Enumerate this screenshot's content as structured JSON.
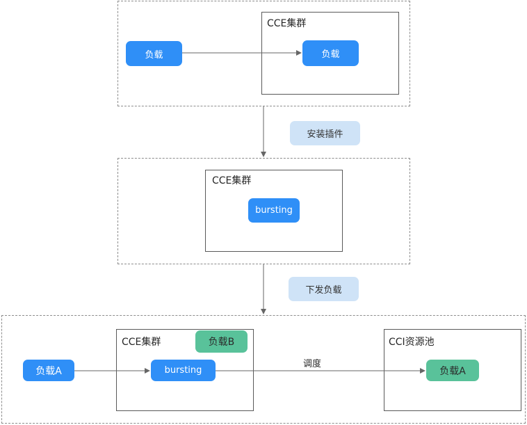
{
  "stage1": {
    "cluster_title": "CCE集群",
    "external_workload": "负载",
    "cluster_workload": "负载"
  },
  "step1_label": "安装插件",
  "stage2": {
    "cluster_title": "CCE集群",
    "addon": "bursting"
  },
  "step2_label": "下发负载",
  "stage3": {
    "cluster_title": "CCE集群",
    "workload_b": "负载B",
    "external_workload": "负载A",
    "addon": "bursting",
    "schedule_label": "调度",
    "pool_title": "CCI资源池",
    "pool_workload": "负载A"
  },
  "colors": {
    "workload_blue": "#2f8ff7",
    "workload_green": "#59c29a",
    "step_bg": "#cfe3f7",
    "arrow": "#666666"
  }
}
